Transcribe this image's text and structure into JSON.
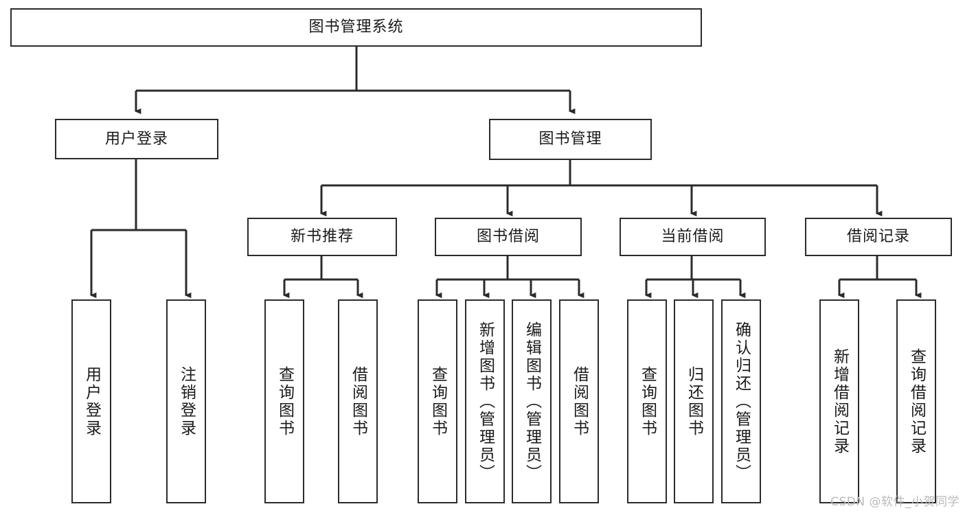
{
  "diagram": {
    "type": "tree-hierarchy-chart",
    "title": "图书管理系统",
    "orientation": "top-down",
    "box_fill": "#ffffff",
    "box_stroke": "#2b2b2b",
    "edge_color": "#2b2b2b",
    "root": {
      "id": "root",
      "label": "图书管理系统"
    },
    "level2": [
      {
        "id": "user-login",
        "label": "用户登录"
      },
      {
        "id": "book-management",
        "label": "图书管理"
      }
    ],
    "level3": [
      {
        "id": "new-book-recommend",
        "label": "新书推荐",
        "parent": "book-management"
      },
      {
        "id": "book-borrow",
        "label": "图书借阅",
        "parent": "book-management"
      },
      {
        "id": "current-borrow",
        "label": "当前借阅",
        "parent": "book-management"
      },
      {
        "id": "borrow-record",
        "label": "借阅记录",
        "parent": "book-management"
      }
    ],
    "leaves": [
      {
        "id": "leaf-user-login",
        "label": "用户登录",
        "parent": "user-login"
      },
      {
        "id": "leaf-logout",
        "label": "注销登录",
        "parent": "user-login"
      },
      {
        "id": "leaf-query-book-1",
        "label": "查询图书",
        "parent": "new-book-recommend"
      },
      {
        "id": "leaf-borrow-book-1",
        "label": "借阅图书",
        "parent": "new-book-recommend"
      },
      {
        "id": "leaf-query-book-2",
        "label": "查询图书",
        "parent": "book-borrow"
      },
      {
        "id": "leaf-add-book",
        "label": "新增图书（管理员）",
        "parent": "book-borrow"
      },
      {
        "id": "leaf-edit-book",
        "label": "编辑图书（管理员）",
        "parent": "book-borrow"
      },
      {
        "id": "leaf-borrow-book-2",
        "label": "借阅图书",
        "parent": "book-borrow"
      },
      {
        "id": "leaf-query-book-3",
        "label": "查询图书",
        "parent": "current-borrow"
      },
      {
        "id": "leaf-return-book",
        "label": "归还图书",
        "parent": "current-borrow"
      },
      {
        "id": "leaf-confirm-return",
        "label": "确认归还（管理员）",
        "parent": "current-borrow"
      },
      {
        "id": "leaf-add-record",
        "label": "新增借阅记录",
        "parent": "borrow-record"
      },
      {
        "id": "leaf-query-record",
        "label": "查询借阅记录",
        "parent": "borrow-record"
      }
    ]
  },
  "watermark": {
    "text": "CSDN @软件_小贺同学"
  }
}
